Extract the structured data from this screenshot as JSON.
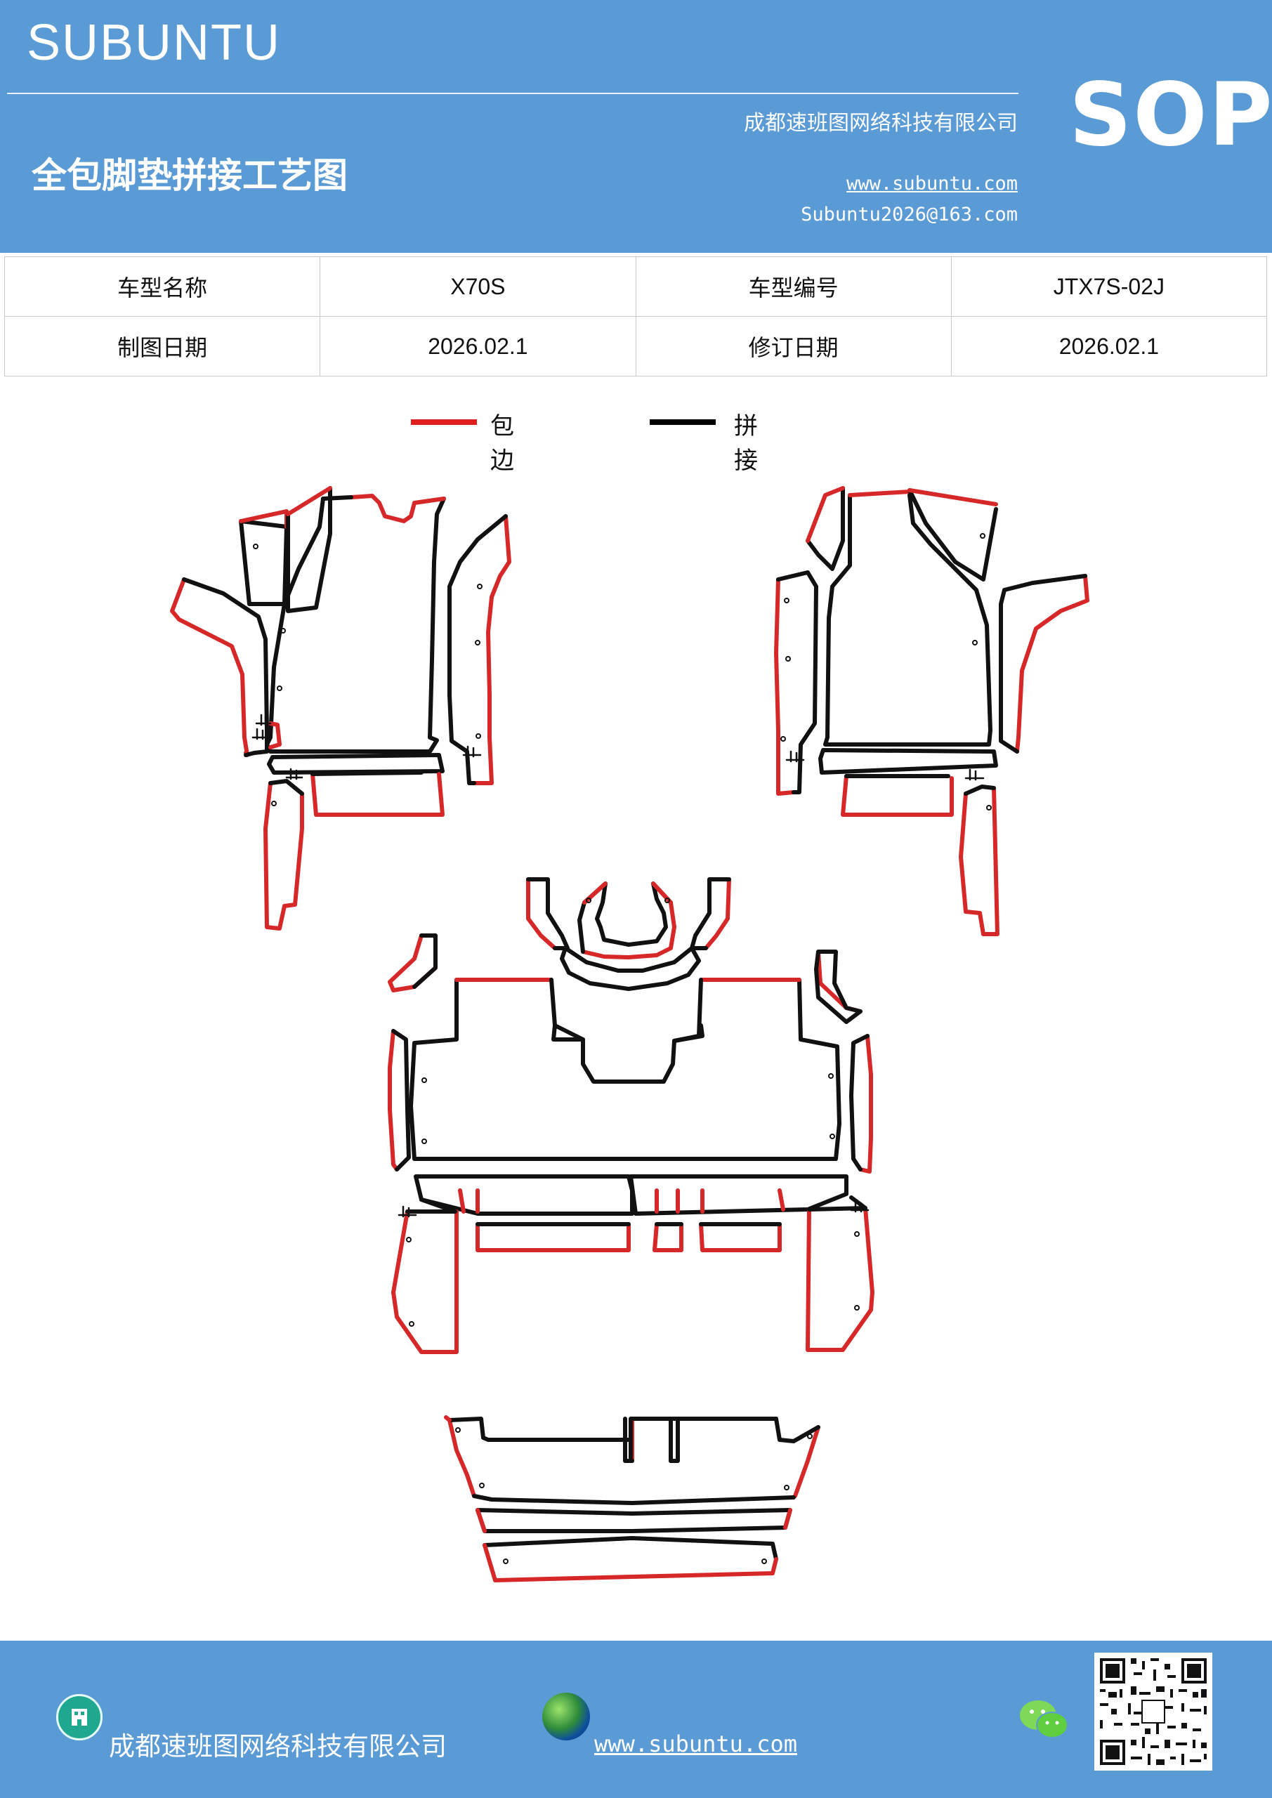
{
  "header": {
    "brand": "SUBUNTU",
    "doc_title": "全包脚垫拼接工艺图",
    "company": "成都速班图网络科技有限公司",
    "website": "www.subuntu.com",
    "email": "Subuntu2026@163.com",
    "badge": "SOP",
    "bg_color": "#5b9bd5"
  },
  "info_table": {
    "rows": [
      {
        "label1": "车型名称",
        "value1": "X70S",
        "label2": "车型编号",
        "value2": "JTX7S-02J"
      },
      {
        "label1": "制图日期",
        "value1": "2026.02.1",
        "label2": "修订日期",
        "value2": "2026.02.1"
      }
    ]
  },
  "legend": {
    "edge_label": "包边",
    "edge_color": "#e02020",
    "seam_label": "拼接",
    "seam_color": "#000000"
  },
  "footer": {
    "company": "成都速班图网络科技有限公司",
    "website": "www.subuntu.com",
    "icons": [
      "building-icon",
      "globe-icon",
      "wechat-icon",
      "qr-code"
    ]
  }
}
